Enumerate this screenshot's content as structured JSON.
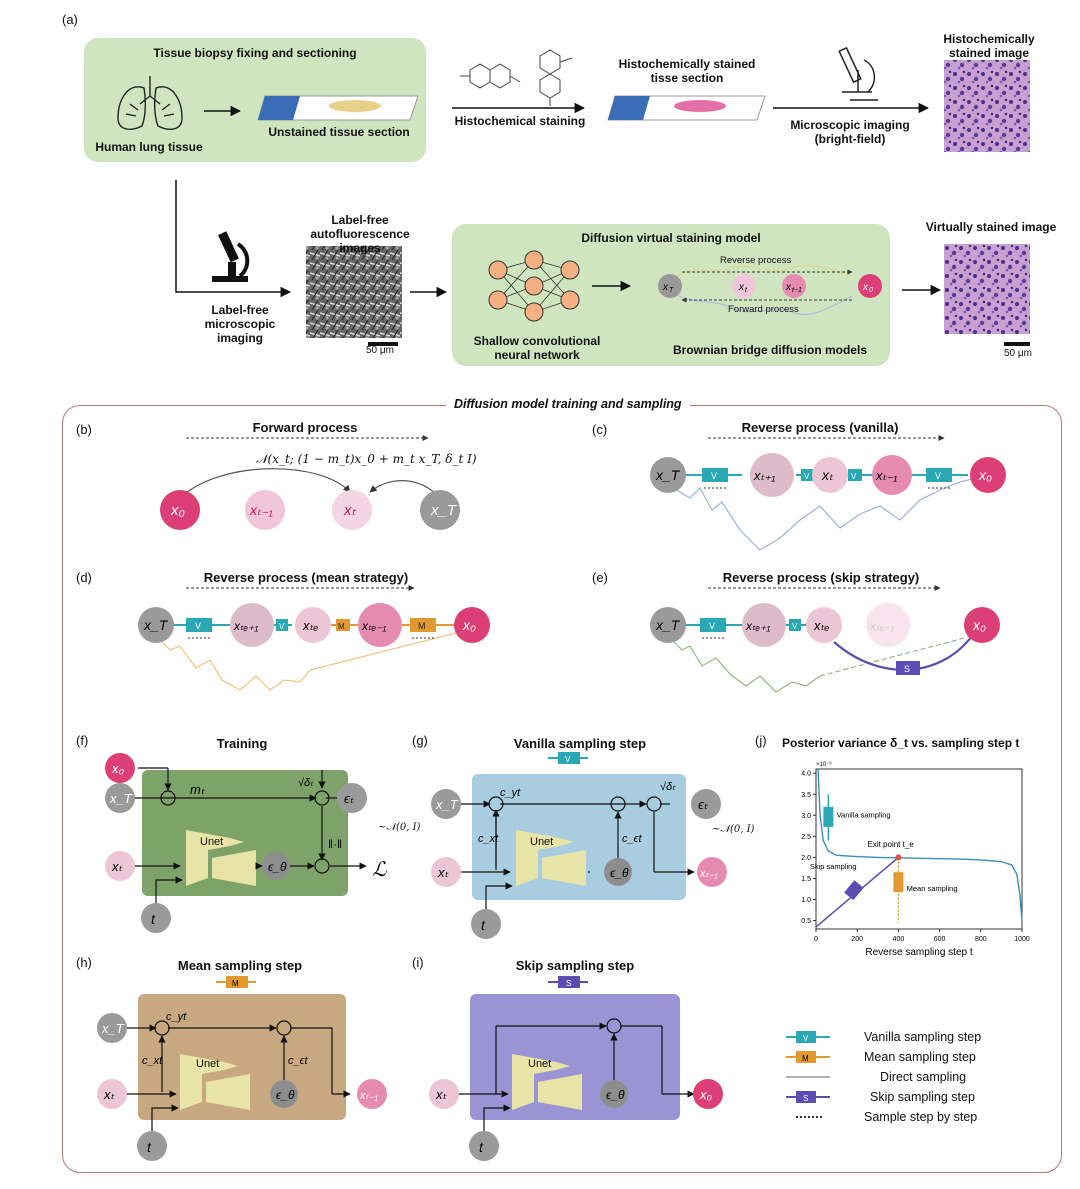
{
  "panels": {
    "a": "(a)",
    "b": "(b)",
    "c": "(c)",
    "d": "(d)",
    "e": "(e)",
    "f": "(f)",
    "g": "(g)",
    "h": "(h)",
    "i": "(i)",
    "j": "(j)"
  },
  "a": {
    "biopsy_title": "Tissue biopsy fixing and sectioning",
    "lung": "Human lung tissue",
    "unstained": "Unstained tissue section",
    "histo_staining": "Histochemical staining",
    "stained_section": "Histochemically stained tisse section",
    "microscopic": "Microscopic imaging (bright-field)",
    "histo_image": "Histochemically stained image",
    "labelfree_imaging": "Label-free microscopic imaging",
    "autofluor": "Label-free autofluorescence images",
    "scale1": "50 μm",
    "dvs_title": "Diffusion virtual staining model",
    "reverse": "Reverse process",
    "forward": "Forward process",
    "shallow": "Shallow convolutional neural network",
    "brownian": "Brownian bridge diffusion models",
    "virtual": "Virtually stained image",
    "scale2": "50 μm"
  },
  "section_title": "Diffusion model training and sampling",
  "b": {
    "title": "Forward process",
    "formula": "𝒩(x_t; (1 − m_t)x_0 + m_t x_T, δ_t I)"
  },
  "c": {
    "title": "Reverse process (vanilla)"
  },
  "d": {
    "title": "Reverse process (mean strategy)"
  },
  "e": {
    "title": "Reverse process (skip strategy)"
  },
  "f": {
    "title": "Training",
    "unet": "Unet",
    "noise": "~𝒩(0, I)",
    "loss": "ℒ",
    "norm": "‖·‖"
  },
  "g": {
    "title": "Vanilla sampling step",
    "unet": "Unet",
    "noise": "~𝒩(0, I)"
  },
  "h": {
    "title": "Mean sampling step",
    "unet": "Unet"
  },
  "i": {
    "title": "Skip sampling step",
    "unet": "Unet"
  },
  "j": {
    "title": "Posterior variance δ_t vs. sampling step t",
    "xlabel": "Reverse sampling step t",
    "exp": "×10⁻³",
    "exit": "Exit point t_e",
    "vanilla": "Vanilla sampling",
    "mean": "Mean sampling",
    "skip": "Skip sampling"
  },
  "chart_data": {
    "type": "line",
    "title": "Posterior variance δ_t vs. sampling step t",
    "xlabel": "Reverse sampling step t",
    "ylabel": "",
    "xlim": [
      0,
      1000
    ],
    "ylim": [
      0.3,
      4.1
    ],
    "xticks": [
      0,
      200,
      400,
      600,
      800,
      1000
    ],
    "yticks": [
      0.5,
      1.0,
      1.5,
      2.0,
      2.5,
      3.0,
      3.5,
      4.0
    ],
    "series": [
      {
        "values_x": [
          10,
          20,
          35,
          60,
          100,
          200,
          300,
          400,
          500,
          600,
          700,
          800,
          900,
          950,
          975,
          990,
          1000
        ],
        "values_y": [
          4.1,
          3.0,
          2.4,
          2.15,
          2.05,
          2.02,
          2.0,
          1.99,
          1.98,
          1.97,
          1.96,
          1.94,
          1.9,
          1.82,
          1.6,
          1.1,
          0.5
        ]
      },
      {
        "values_x": [
          0,
          400
        ],
        "values_y": [
          0.35,
          2.0
        ]
      }
    ]
  },
  "legend": {
    "v": "Vanilla sampling step",
    "m": "Mean sampling step",
    "d": "Direct sampling",
    "s": "Skip sampling step",
    "dots": "Sample step by step"
  },
  "badges": {
    "v": "V",
    "m": "M",
    "s": "S"
  }
}
